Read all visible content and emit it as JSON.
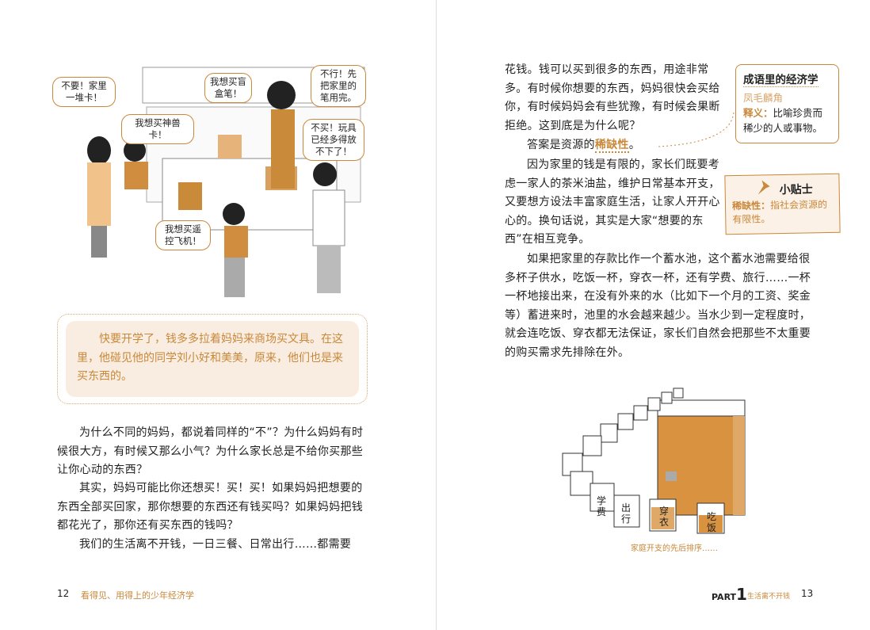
{
  "left_page": {
    "speech_bubbles": [
      "不要！家里一堆卡！",
      "我想买神兽卡！",
      "我想买盲盒笔！",
      "不行！先把家里的笔用完。",
      "不买！玩具已经多得放不下了！",
      "我想买遥控飞机！"
    ],
    "intro": "快要开学了，钱多多拉着妈妈来商场买文具。在这里，他碰见他的同学刘小好和美美，原来，他们也是来买东西的。",
    "paragraphs": [
      "为什么不同的妈妈，都说着同样的“不”？为什么妈妈有时候很大方，有时候又那么小气？为什么家长总是不给你买那些让你心动的东西？",
      "其实，妈妈可能比你还想买！买！买！如果妈妈把想要的东西全部买回家，那你想要的东西还有钱买吗？如果妈妈把钱都花光了，那你还有买东西的钱吗？",
      "我们的生活离不开钱，一日三餐、日常出行……都需要"
    ],
    "page_number": "12",
    "footer": "看得见、用得上的少年经济学"
  },
  "right_page": {
    "p1": "花钱。钱可以买到很多的东西，用途非常多。有时候你想要的东西，妈妈很快会买给你，有时候妈妈会有些犹豫，有时候会果断拒绝。这到底是为什么呢？",
    "p2_prefix": "答案是资源的",
    "p2_highlight": "稀缺性",
    "p2_suffix": "。",
    "p3": "因为家里的钱是有限的，家长们既要考虑一家人的茶米油盐，维护日常基本开支，又要想方设法丰富家庭生活，让家人开开心心的。换句话说，其实是大家“想要的东西”在相互竞争。",
    "p4": "如果把家里的存款比作一个蓄水池，这个蓄水池需要给很多杯子供水，吃饭一杯，穿衣一杯，还有学费、旅行……一杯一杯地接出来，在没有外来的水（比如下一个月的工资、奖金等）蓄进来时，池里的水会越来越少。当水少到一定程度时，就会连吃饭、穿衣都无法保证，家长们自然会把那些不太重要的购买需求先排除在外。",
    "idiom_box": {
      "title": "成语里的经济学",
      "idiom": "凤毛麟角",
      "label": "释义：",
      "meaning": "比喻珍贵而稀少的人或事物。"
    },
    "tip_box": {
      "title": "小贴士",
      "term": "稀缺性：",
      "definition": "指社会资源的有限性。",
      "icon": "pushpin-icon"
    },
    "cup_labels": [
      "学费",
      "出行",
      "穿衣",
      "吃饭"
    ],
    "caption": "家庭开支的先后排序……",
    "part_label": "PART",
    "part_number": "1",
    "footer": "生活离不开钱",
    "page_number": "13"
  },
  "colors": {
    "accent": "#c9883a",
    "intro_bg": "#f9ede1"
  }
}
